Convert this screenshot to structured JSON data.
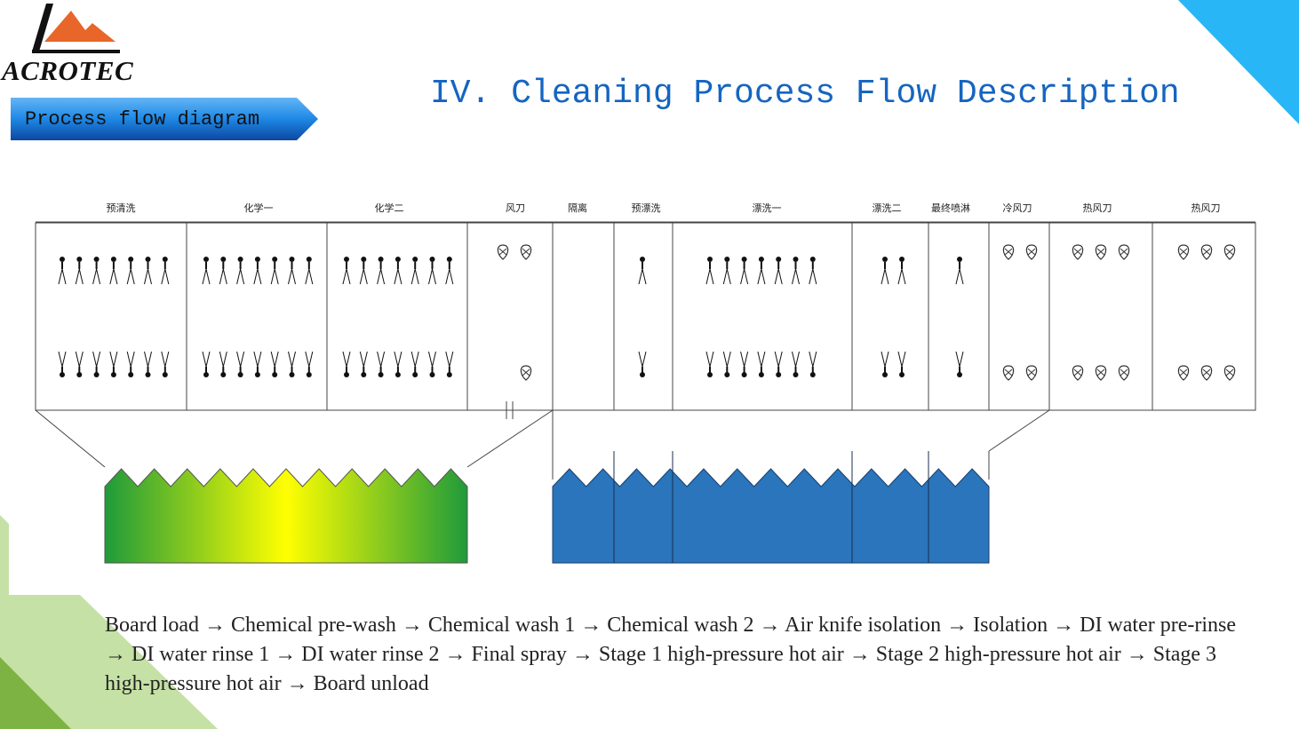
{
  "logo": {
    "brand": "ACROTEC"
  },
  "ribbon": {
    "label": "Process flow diagram"
  },
  "title": "IV.  Cleaning Process Flow Description",
  "sections": [
    {
      "label": "预清洗"
    },
    {
      "label": "化学一"
    },
    {
      "label": "化学二"
    },
    {
      "label": "风刀"
    },
    {
      "label": "隔离"
    },
    {
      "label": "预漂洗"
    },
    {
      "label": "漂洗一"
    },
    {
      "label": "漂洗二"
    },
    {
      "label": "最终喷淋"
    },
    {
      "label": "冷风刀"
    },
    {
      "label": "热风刀"
    },
    {
      "label": "热风刀"
    }
  ],
  "tanks": [
    {
      "name": "chemical-tank",
      "colors": [
        "#1f9a3a",
        "#ffff00",
        "#1f9a3a"
      ]
    },
    {
      "name": "rinse-tank",
      "colors": [
        "#2a75bb"
      ]
    }
  ],
  "description": "Board load → Chemical pre-wash → Chemical wash 1 → Chemical wash 2 → Air knife isolation → Isolation → DI water pre-rinse → DI water rinse 1 → DI water rinse 2 → Final spray → Stage 1 high-pressure hot air → Stage 2 high-pressure hot air → Stage 3 high-pressure hot air → Board unload",
  "colors": {
    "accent_blue": "#1565c0",
    "corner_blue": "#29b6f6",
    "corner_green": "#8bc34a",
    "logo_orange": "#e8662a"
  }
}
